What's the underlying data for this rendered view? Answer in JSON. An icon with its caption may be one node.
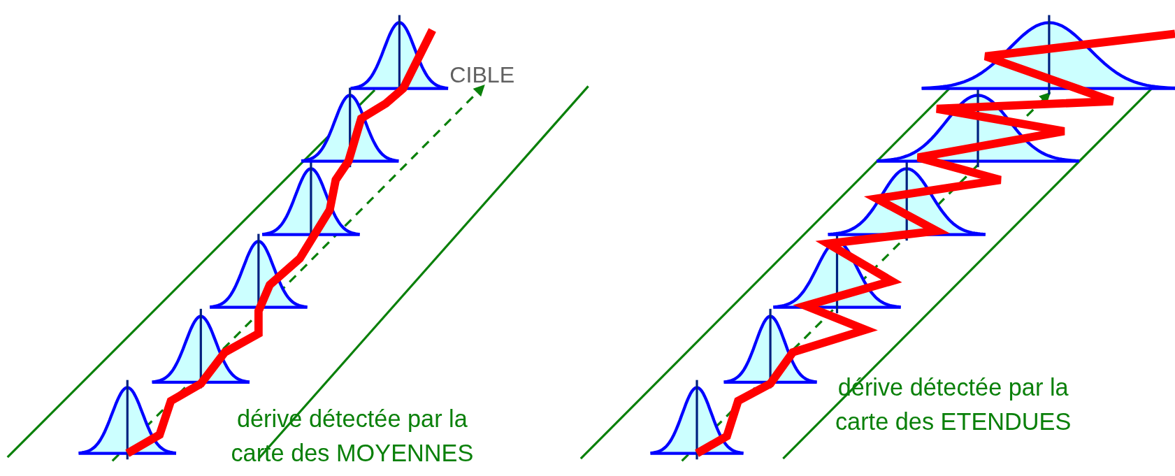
{
  "diagram": {
    "labels": [
      "CIBLE",
      "dérive détectée par la carte des MOYENNES",
      "dérive détectée par la carte des ETENDUES"
    ]
  }
}
